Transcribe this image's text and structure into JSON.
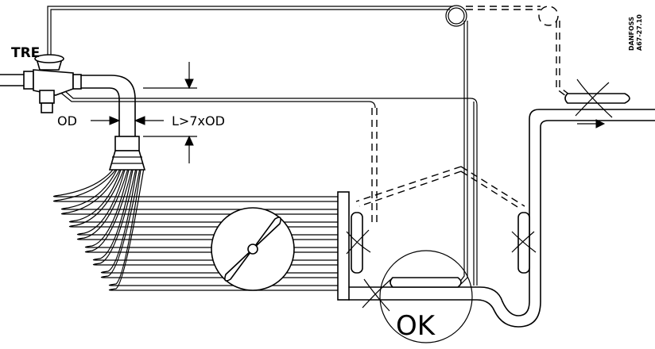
{
  "labels": {
    "valve": "TRE",
    "od": "OD",
    "length_rule": "L>7xOD",
    "ok": "OK",
    "manufacturer": "DANFOSS",
    "drawing_ref": "A67-27.10"
  },
  "colors": {
    "line": "#000000",
    "background": "#ffffff"
  }
}
